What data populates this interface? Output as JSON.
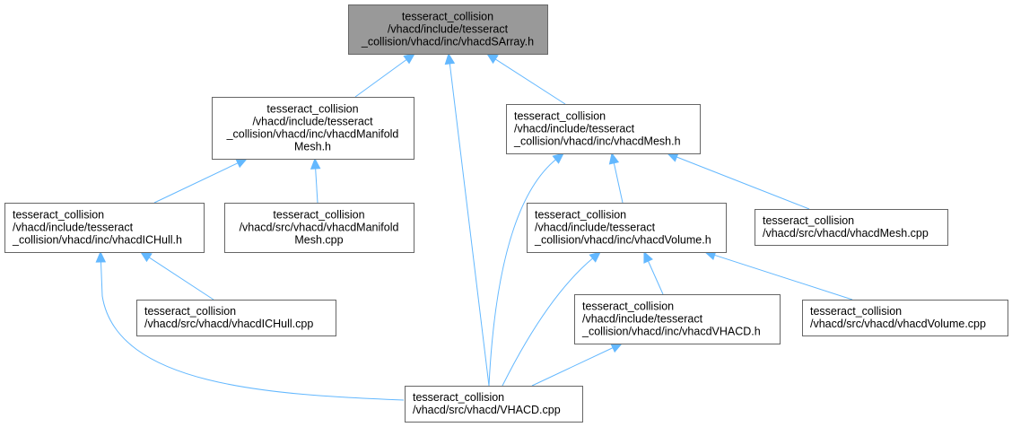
{
  "graph": {
    "nodes": {
      "sarray": {
        "lines": [
          "tesseract_collision",
          "/vhacd/include/tesseract",
          "_collision/vhacd/inc/vhacdSArray.h"
        ],
        "align": "center",
        "root": true
      },
      "manifold_h": {
        "lines": [
          "tesseract_collision",
          "/vhacd/include/tesseract",
          "_collision/vhacd/inc/vhacdManifold",
          "Mesh.h"
        ],
        "align": "center",
        "root": false
      },
      "mesh_h": {
        "lines": [
          "tesseract_collision",
          "/vhacd/include/tesseract",
          "_collision/vhacd/inc/vhacdMesh.h"
        ],
        "align": "left",
        "root": false
      },
      "ichull_h": {
        "lines": [
          "tesseract_collision",
          "/vhacd/include/tesseract",
          "_collision/vhacd/inc/vhacdICHull.h"
        ],
        "align": "left",
        "root": false
      },
      "manifold_cpp": {
        "lines": [
          "tesseract_collision",
          "/vhacd/src/vhacd/vhacdManifold",
          "Mesh.cpp"
        ],
        "align": "center",
        "root": false
      },
      "volume_h": {
        "lines": [
          "tesseract_collision",
          "/vhacd/include/tesseract",
          "_collision/vhacd/inc/vhacdVolume.h"
        ],
        "align": "left",
        "root": false
      },
      "mesh_cpp": {
        "lines": [
          "tesseract_collision",
          "/vhacd/src/vhacd/vhacdMesh.cpp"
        ],
        "align": "left",
        "root": false
      },
      "ichull_cpp": {
        "lines": [
          "tesseract_collision",
          "/vhacd/src/vhacd/vhacdICHull.cpp"
        ],
        "align": "left",
        "root": false
      },
      "vhacd_h": {
        "lines": [
          "tesseract_collision",
          "/vhacd/include/tesseract",
          "_collision/vhacd/inc/vhacdVHACD.h"
        ],
        "align": "left",
        "root": false
      },
      "volume_cpp": {
        "lines": [
          "tesseract_collision",
          "/vhacd/src/vhacd/vhacdVolume.cpp"
        ],
        "align": "left",
        "root": false
      },
      "vhacd_cpp": {
        "lines": [
          "tesseract_collision",
          "/vhacd/src/vhacd/VHACD.cpp"
        ],
        "align": "left",
        "root": false
      }
    },
    "edges": [
      {
        "from": "manifold_h",
        "to": "sarray"
      },
      {
        "from": "vhacd_cpp",
        "to": "sarray"
      },
      {
        "from": "mesh_h",
        "to": "sarray"
      },
      {
        "from": "ichull_h",
        "to": "manifold_h"
      },
      {
        "from": "manifold_cpp",
        "to": "manifold_h"
      },
      {
        "from": "vhacd_cpp",
        "to": "mesh_h"
      },
      {
        "from": "volume_h",
        "to": "mesh_h"
      },
      {
        "from": "mesh_cpp",
        "to": "mesh_h"
      },
      {
        "from": "ichull_cpp",
        "to": "ichull_h"
      },
      {
        "from": "vhacd_cpp",
        "to": "ichull_h"
      },
      {
        "from": "vhacd_cpp",
        "to": "volume_h"
      },
      {
        "from": "vhacd_h",
        "to": "volume_h"
      },
      {
        "from": "volume_cpp",
        "to": "volume_h"
      },
      {
        "from": "vhacd_cpp",
        "to": "vhacd_h"
      }
    ],
    "colors": {
      "edge": "#63b8ff",
      "root_fill": "#999999",
      "node_fill": "#ffffff",
      "node_border": "#666666"
    }
  }
}
